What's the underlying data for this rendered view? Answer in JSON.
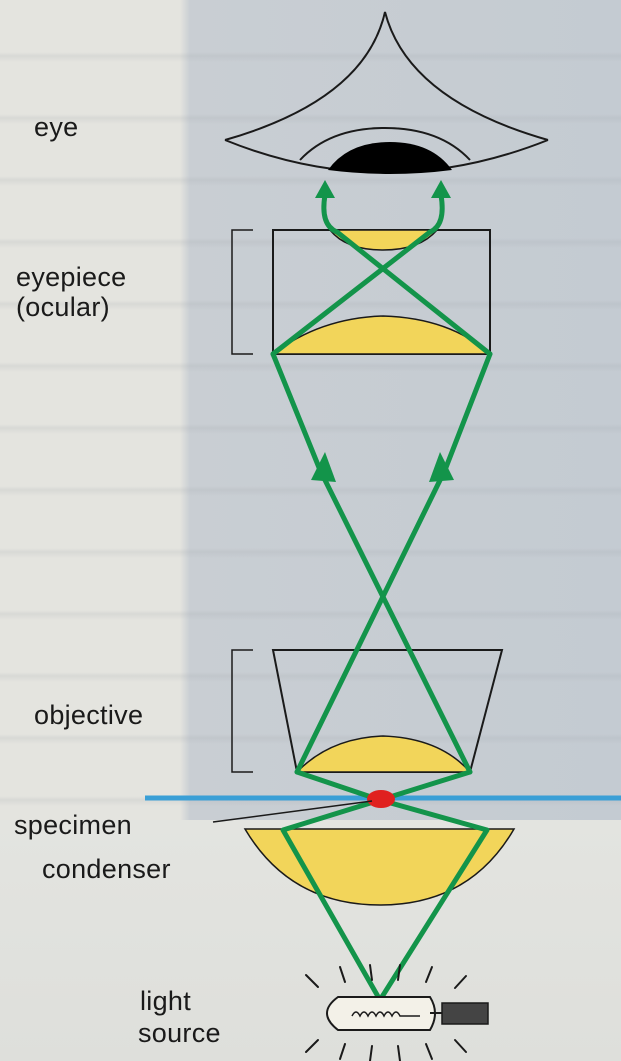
{
  "labels": {
    "eye": "eye",
    "eyepiece": "eyepiece",
    "ocular": "(ocular)",
    "objective": "objective",
    "specimen": "specimen",
    "condenser": "condenser",
    "light": "light",
    "source": "source"
  },
  "colors": {
    "ray": "#13944a",
    "lens": "#f2d55a",
    "specimen_dot": "#e0211f",
    "stage_line": "#3a9fd6",
    "outline": "#1a1a1a",
    "pupil": "#000000"
  }
}
